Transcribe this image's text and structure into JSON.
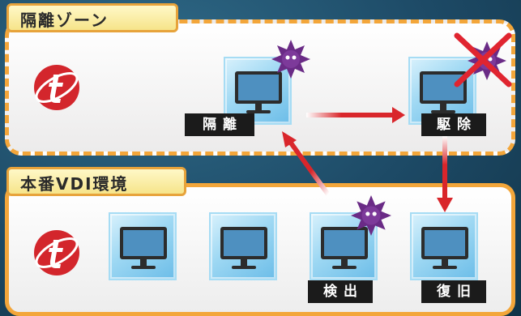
{
  "zones": {
    "quarantine": {
      "title": "隔離ゾーン"
    },
    "production": {
      "title": "本番VDI環境"
    }
  },
  "labels": {
    "isolate": "隔離",
    "remove": "駆除",
    "detect": "検出",
    "restore": "復旧"
  },
  "icons": {
    "logo": "trend-micro-logo-icon",
    "monitor": "monitor-icon",
    "virus": "virus-icon",
    "cross": "cross-mark-icon"
  },
  "colors": {
    "zone_border": "#f3a63a",
    "label_bg": "#1b1b1b",
    "arrow": "#d9262b",
    "virus": "#6a2b86",
    "logo_red": "#d3262c"
  }
}
